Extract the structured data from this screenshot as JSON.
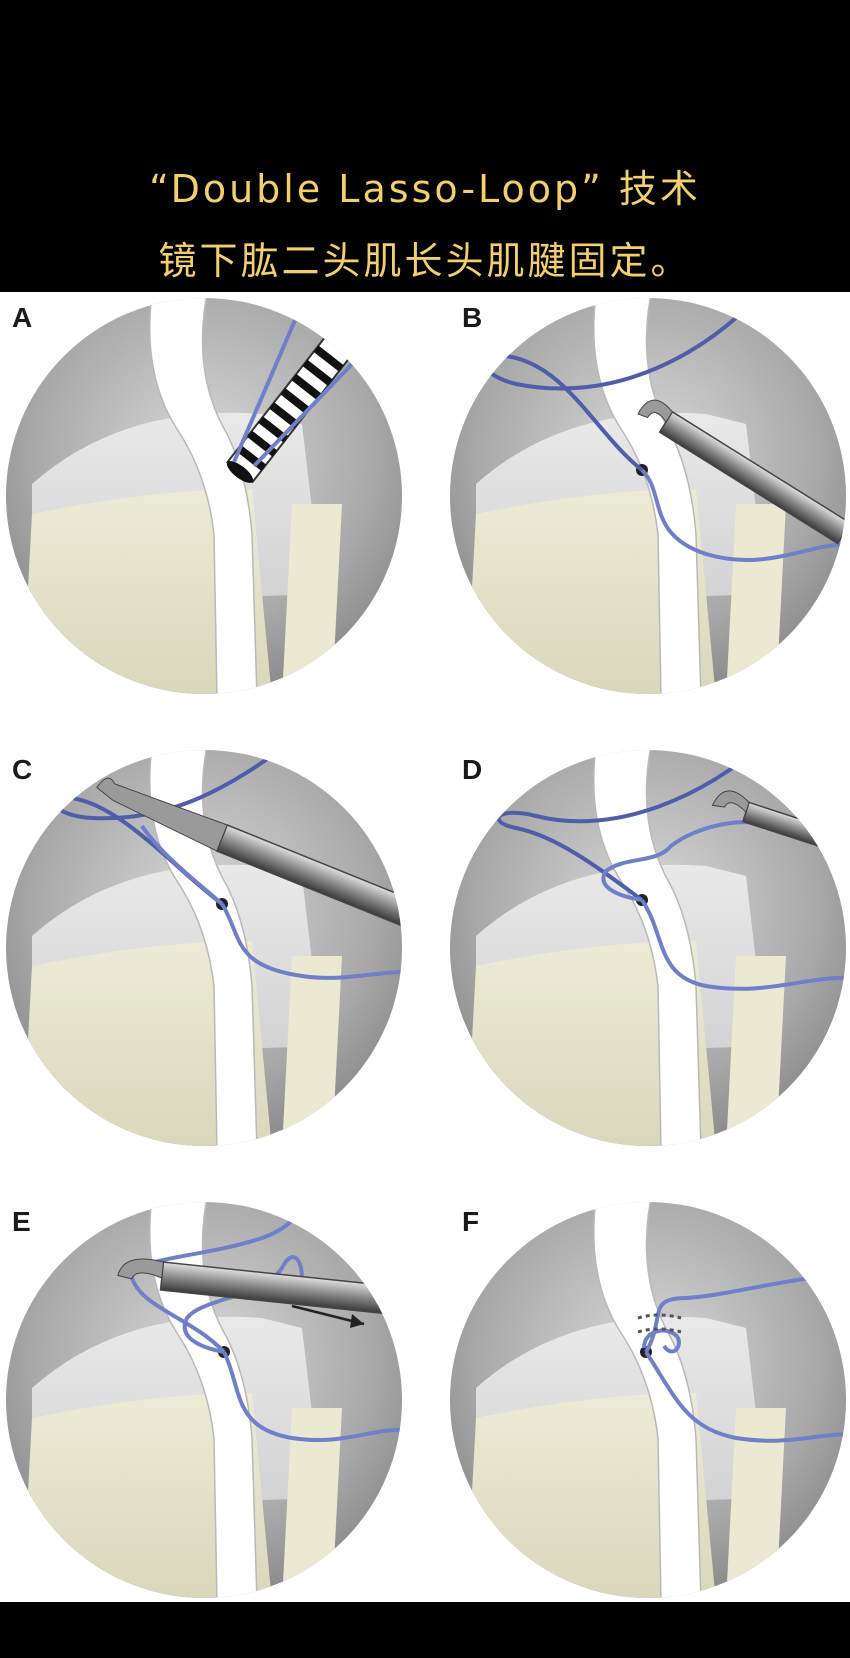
{
  "header": {
    "title_line1": "“Double Lasso-Loop” 技术",
    "title_line2": "镜下肱二头肌长头肌腱固定。"
  },
  "panels": [
    {
      "label": "A"
    },
    {
      "label": "B"
    },
    {
      "label": "C"
    },
    {
      "label": "D"
    },
    {
      "label": "E"
    },
    {
      "label": "F"
    }
  ],
  "colors": {
    "header_bg": "#000000",
    "title_text": "#f2cf6a",
    "suture": "#6f7fc8",
    "bone": "#e6e4cc",
    "tendon": "#ffffff"
  }
}
